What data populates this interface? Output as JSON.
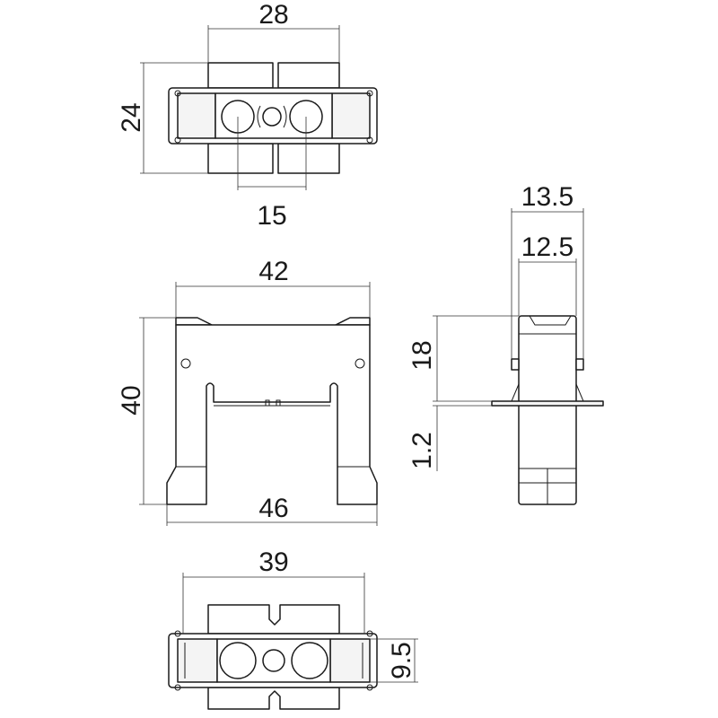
{
  "dimensions": {
    "top_view_width": "28",
    "top_view_height": "24",
    "top_view_hole_pitch": "15",
    "front_view_top_width": "42",
    "front_view_height": "40",
    "front_view_bottom_width": "46",
    "side_view_total_depth": "13.5",
    "side_view_body_depth": "12.5",
    "side_view_upper_height": "18",
    "side_view_flange_thickness": "1.2",
    "bottom_view_width": "39",
    "bottom_view_height": "9.5"
  }
}
